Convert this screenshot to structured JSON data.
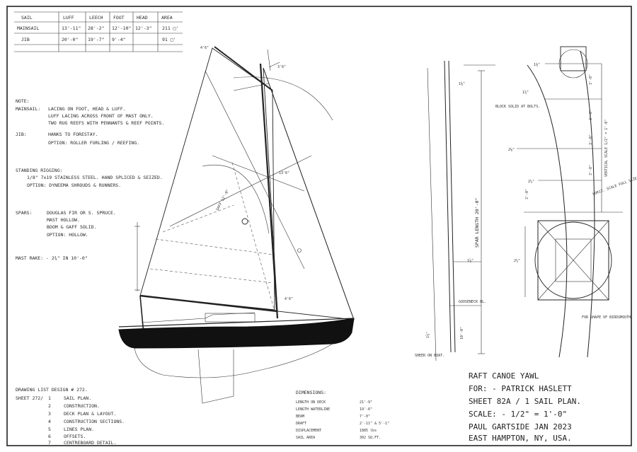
{
  "sail_table": {
    "headers": [
      "SAIL",
      "LUFF",
      "LEECH",
      "FOOT",
      "HEAD",
      "AREA"
    ],
    "rows": [
      [
        "MAINSAIL",
        "13'-11\"",
        "28'-2\"",
        "12'-10\"",
        "12'-3\"",
        "211 □'"
      ],
      [
        "JIB",
        "20'-0\"",
        "19'-7\"",
        "9'-4\"",
        "",
        "91 □'"
      ]
    ]
  },
  "notes": {
    "title": "NOTE:",
    "mainsail_label": "MAINSAIL:",
    "mainsail_lines": [
      "LACING ON FOOT, HEAD & LUFF.",
      "LUFF LACING ACROSS FRONT OF MAST ONLY.",
      "TWO RUG REEFS WITH PENNANTS & REEF POINTS."
    ],
    "jib_label": "JIB:",
    "jib_lines": [
      "HANKS TO FORESTAY.",
      "OPTION: ROLLER FURLING / REEFING."
    ],
    "rigging_label": "STANDING RIGGING:",
    "rigging_lines": [
      "1/8\" 7x19 STAINLESS STEEL. HAND SPLICED & SEIZED.",
      "OPTION: DYNEEMA SHROUDS & RUNNERS."
    ],
    "spars_label": "SPARS:",
    "spars_lines": [
      "DOUGLAS FIR OR S. SPRUCE.",
      "MAST HOLLOW.",
      "BOOM & GAFF SOLID.",
      "OPTION: HOLLOW."
    ],
    "mast_rake": "MAST RAKE: - 2¾\" IN 10'-0\""
  },
  "drawing_list": {
    "title": "DRAWING LIST DESIGN # 272.",
    "sheet_label": "SHEET 272/",
    "items": [
      {
        "no": "1",
        "name": "SAIL PLAN."
      },
      {
        "no": "2",
        "name": "CONSTRUCTION."
      },
      {
        "no": "3",
        "name": "DECK PLAN & LAYOUT."
      },
      {
        "no": "4",
        "name": "CONSTRUCTION SECTIONS."
      },
      {
        "no": "5",
        "name": "LINES PLAN."
      },
      {
        "no": "6",
        "name": "OFFSETS."
      },
      {
        "no": "7",
        "name": "CENTREBOARD DETAIL."
      }
    ]
  },
  "dimensions": {
    "title": "DIMENSIONS:",
    "rows": [
      {
        "label": "LENGTH ON DECK",
        "value": "21'-9\""
      },
      {
        "label": "LENGTH WATERLINE",
        "value": "19'-6\""
      },
      {
        "label": "BEAM",
        "value": "7'-0\""
      },
      {
        "label": "DRAFT",
        "value": "2'-11\" & 5'-1\""
      },
      {
        "label": "DISPLACEMENT",
        "value": "1885 lbs"
      },
      {
        "label": "SAIL AREA",
        "value": "302 SQ.FT."
      }
    ]
  },
  "title_block": {
    "line1": "RAFT CANOE YAWL",
    "line2": "FOR: - PATRICK HASLETT",
    "line3": "SHEET 82A / 1  SAIL PLAN.",
    "line4": "SCALE: - 1/2\" = 1'-0\"",
    "line5": "PAUL GARTSIDE   JAN 2023",
    "line6": "EAST HAMPTON, NY, USA."
  },
  "mast_detail": {
    "spar_length": "SPAR LENGTH 20'-0\"",
    "gooseneck": "GOOSENECK BL.",
    "sheer": "SHEER ON BOAT.",
    "top_dim": "1⅝\"",
    "mid_dim": "1⅞\"",
    "low_dim": "1⅞\"",
    "base_dim": "10'-0\""
  },
  "mizzen_detail": {
    "top_dim": "1⅜\"",
    "dims": [
      "1¾\"",
      "2⅛\"",
      "2¼\"",
      "2¼\""
    ],
    "block_note": "BLOCK SOLID AT BOLTS.",
    "vertical_scale": "VERTICAL SCALE 1/2\" = 1'-0\"",
    "horiz_scale": "HORIZ. SCALE FULL SIZE.",
    "jaw_note": "FOR SHAPE OF BIRDSMOUTH.",
    "spacing": [
      "3'-0\"",
      "3'-0\"",
      "3'-0\"",
      "3'-0\"",
      "3'-0\""
    ]
  },
  "sail_plan_labels": {
    "gaff": "GAFF 12'-0\"",
    "peak": "4'6\"",
    "mast_top": "3'6\"",
    "mast_mid": "13'6\"",
    "boom_end": "4'6\""
  }
}
